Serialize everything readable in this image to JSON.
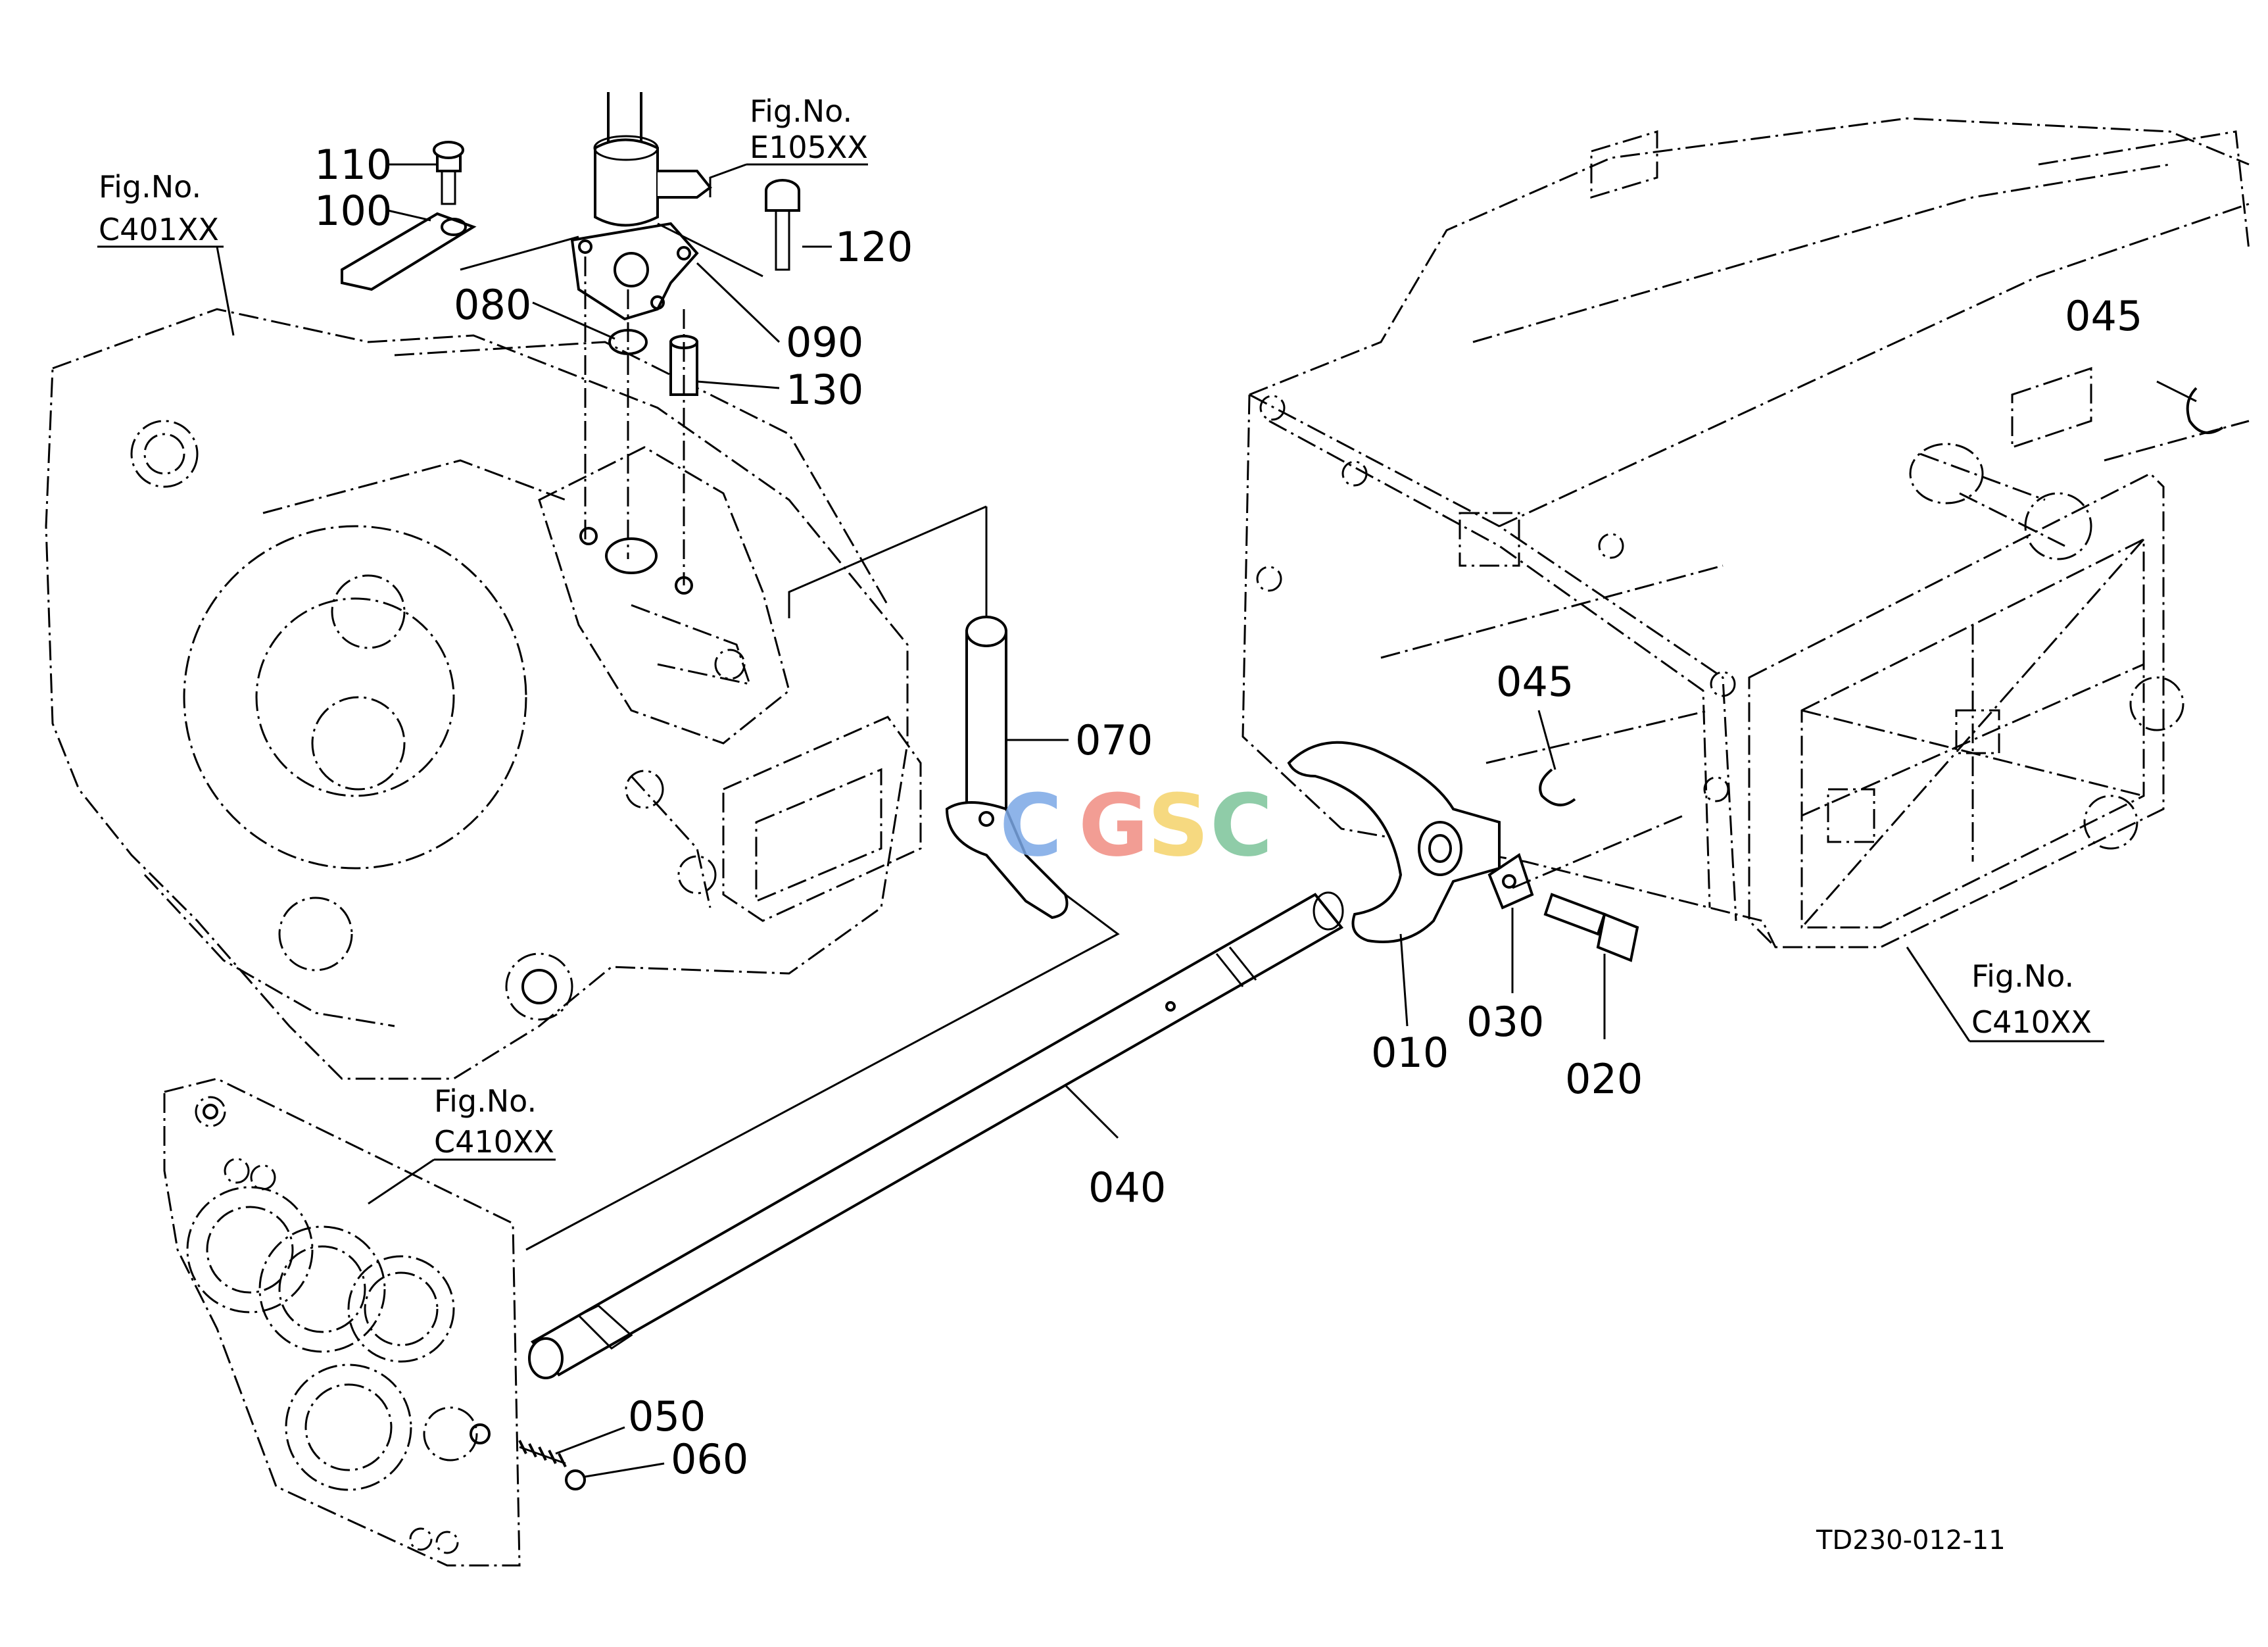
{
  "diagram": {
    "part_labels": [
      "110",
      "100",
      "120",
      "080",
      "090",
      "130",
      "070",
      "045",
      "045",
      "010",
      "030",
      "020",
      "040",
      "050",
      "060"
    ],
    "fig_refs": [
      {
        "title": "Fig.No.",
        "code": "E105XX"
      },
      {
        "title": "Fig.No.",
        "code": "C401XX"
      },
      {
        "title": "Fig.No.",
        "code": "C410XX"
      },
      {
        "title": "Fig.No.",
        "code": "C410XX"
      }
    ],
    "drawing_code": "TD230-012-11",
    "watermark": {
      "letters": [
        "C",
        "G",
        "S",
        "C"
      ],
      "colors": [
        "#7ba7e6",
        "#f08c82",
        "#f5d36b",
        "#7cc49a"
      ]
    }
  }
}
